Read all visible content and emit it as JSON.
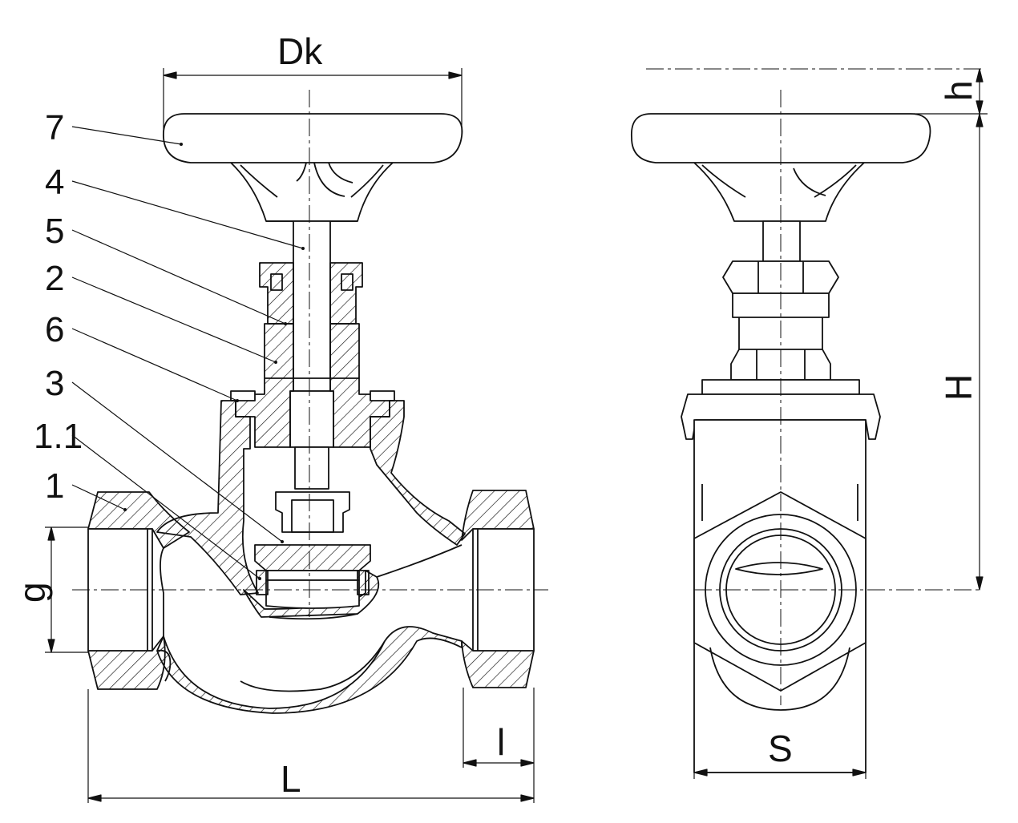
{
  "part_labels": {
    "p7": "7",
    "p4": "4",
    "p5": "5",
    "p2": "2",
    "p6": "6",
    "p3": "3",
    "p1_1": "1.1",
    "p1": "1"
  },
  "dimension_labels": {
    "dk": "Dk",
    "g": "g",
    "l_small": "l",
    "l_total": "L",
    "s": "S",
    "h_small": "h",
    "h_total": "H"
  },
  "colors": {
    "line": "#111111",
    "background": "#ffffff"
  }
}
